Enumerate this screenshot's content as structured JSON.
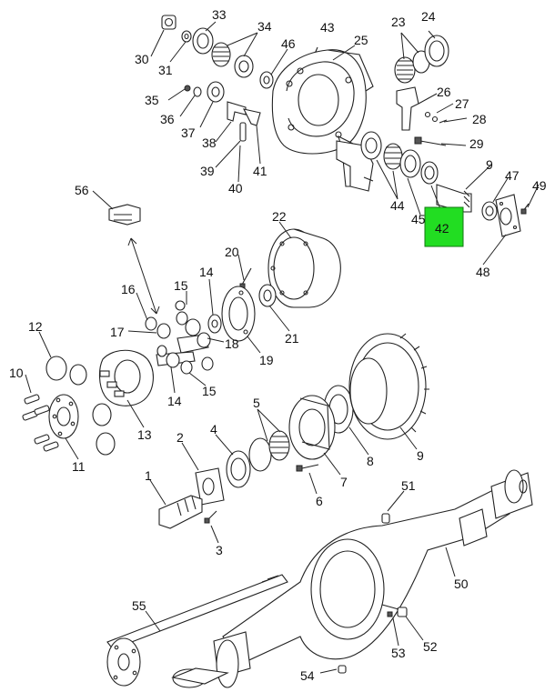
{
  "diagram": {
    "highlight_color": "#22dd22",
    "parts": [
      {
        "id": "part-1",
        "label": "1"
      },
      {
        "id": "part-2",
        "label": "2"
      },
      {
        "id": "part-3",
        "label": "3"
      },
      {
        "id": "part-4",
        "label": "4"
      },
      {
        "id": "part-5",
        "label": "5"
      },
      {
        "id": "part-6",
        "label": "6"
      },
      {
        "id": "part-7",
        "label": "7"
      },
      {
        "id": "part-8",
        "label": "8"
      },
      {
        "id": "part-9-lower",
        "label": "9"
      },
      {
        "id": "part-9-upper",
        "label": "9"
      },
      {
        "id": "part-10",
        "label": "10"
      },
      {
        "id": "part-11",
        "label": "11"
      },
      {
        "id": "part-12",
        "label": "12"
      },
      {
        "id": "part-13",
        "label": "13"
      },
      {
        "id": "part-14-upper",
        "label": "14"
      },
      {
        "id": "part-14-lower",
        "label": "14"
      },
      {
        "id": "part-15-upper",
        "label": "15"
      },
      {
        "id": "part-15-lower",
        "label": "15"
      },
      {
        "id": "part-16",
        "label": "16"
      },
      {
        "id": "part-17",
        "label": "17"
      },
      {
        "id": "part-18",
        "label": "18"
      },
      {
        "id": "part-19",
        "label": "19"
      },
      {
        "id": "part-20",
        "label": "20"
      },
      {
        "id": "part-21",
        "label": "21"
      },
      {
        "id": "part-22",
        "label": "22"
      },
      {
        "id": "part-23",
        "label": "23"
      },
      {
        "id": "part-24",
        "label": "24"
      },
      {
        "id": "part-25",
        "label": "25"
      },
      {
        "id": "part-26",
        "label": "26"
      },
      {
        "id": "part-27",
        "label": "27"
      },
      {
        "id": "part-28",
        "label": "28"
      },
      {
        "id": "part-29",
        "label": "29"
      },
      {
        "id": "part-30",
        "label": "30"
      },
      {
        "id": "part-31",
        "label": "31"
      },
      {
        "id": "part-33",
        "label": "33"
      },
      {
        "id": "part-34",
        "label": "34"
      },
      {
        "id": "part-35",
        "label": "35"
      },
      {
        "id": "part-36",
        "label": "36"
      },
      {
        "id": "part-37",
        "label": "37"
      },
      {
        "id": "part-38",
        "label": "38"
      },
      {
        "id": "part-39",
        "label": "39"
      },
      {
        "id": "part-40",
        "label": "40"
      },
      {
        "id": "part-41",
        "label": "41"
      },
      {
        "id": "part-42",
        "label": "42"
      },
      {
        "id": "part-43",
        "label": "43"
      },
      {
        "id": "part-44",
        "label": "44"
      },
      {
        "id": "part-45",
        "label": "45"
      },
      {
        "id": "part-46",
        "label": "46"
      },
      {
        "id": "part-47",
        "label": "47"
      },
      {
        "id": "part-48",
        "label": "48"
      },
      {
        "id": "part-49",
        "label": "49"
      },
      {
        "id": "part-50",
        "label": "50"
      },
      {
        "id": "part-51",
        "label": "51"
      },
      {
        "id": "part-52",
        "label": "52"
      },
      {
        "id": "part-53",
        "label": "53"
      },
      {
        "id": "part-54",
        "label": "54"
      },
      {
        "id": "part-55",
        "label": "55"
      },
      {
        "id": "part-56",
        "label": "56"
      }
    ]
  }
}
